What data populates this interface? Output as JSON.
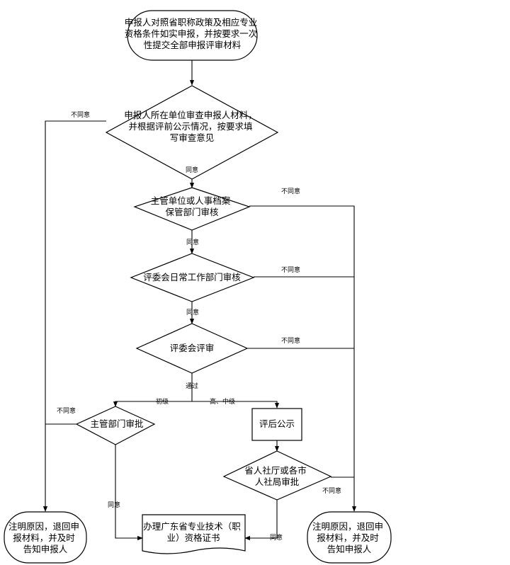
{
  "nodes": {
    "start": [
      "申报人对照省职称政策及相应专业",
      "资格条件如实申报，并按要求一次",
      "性提交全部申报评审材料"
    ],
    "unit_review": [
      "申报人所在单位审查申报人材料，",
      "并根据评前公示情况，按要求填",
      "写审查意见"
    ],
    "dept_review": [
      "主管单位或人事档案",
      "保管部门审核"
    ],
    "committee_office_review": [
      "评委会日常工作部门审核"
    ],
    "committee_review": [
      "评委会评审"
    ],
    "dept_approval": [
      "主管部门审批"
    ],
    "publicity": [
      "评后公示"
    ],
    "province_approval": [
      "省人社厅或各市",
      "人社局审批"
    ],
    "certificate": [
      "办理广东省专业技术（职",
      "业）资格证书"
    ],
    "reject_left": [
      "注明原因，退回申",
      "报材料，并及时",
      "告知申报人"
    ],
    "reject_right": [
      "注明原因，退回申",
      "报材料，并及时",
      "告知申报人"
    ]
  },
  "labels": {
    "disagree": "不同意",
    "agree": "同意",
    "passed": "通过",
    "junior": "初级",
    "senior_mid": "高、中级"
  }
}
